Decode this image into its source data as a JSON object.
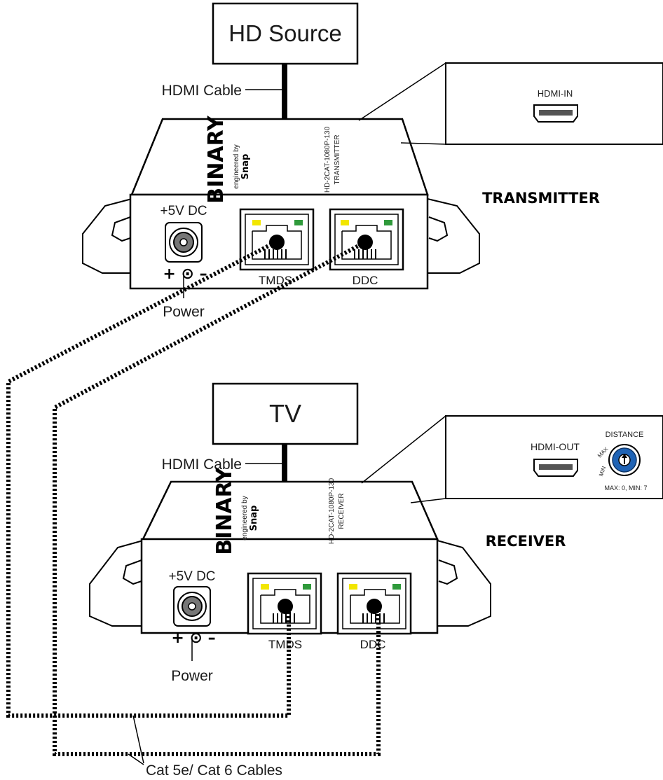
{
  "source_box": {
    "label": "HD Source"
  },
  "tv_box": {
    "label": "TV"
  },
  "hdmi_cable_label": "HDMI Cable",
  "transmitter": {
    "title": "TRANSMITTER",
    "model": "HD-2CAT-1080P-130",
    "role": "TRANSMITTER",
    "brand": "BINARY",
    "engineered_by": "engineered by",
    "snap": "Snap",
    "power_port_label": "+5V DC",
    "polarity": "+ ⊙ –",
    "power_callout": "Power",
    "port_tmds": "TMDS",
    "port_ddc": "DDC",
    "panel_port": "HDMI-IN"
  },
  "receiver": {
    "title": "RECEIVER",
    "model": "HD-2CAT-1080P-130",
    "role": "RECEIVER",
    "brand": "BINARY",
    "engineered_by": "engineered by",
    "snap": "Snap",
    "power_port_label": "+5V DC",
    "polarity": "+ ⊙ –",
    "power_callout": "Power",
    "port_tmds": "TMDS",
    "port_ddc": "DDC",
    "panel_port": "HDMI-OUT",
    "distance_label": "DISTANCE",
    "dial_max": "MAX",
    "dial_min": "MIN",
    "distance_note": "MAX: 0, MIN: 7"
  },
  "cat_cable_label": "Cat 5e/ Cat 6 Cables",
  "colors": {
    "led_yellow": "#f2e600",
    "led_green": "#2f9a3b",
    "dial_blue": "#1f63b5"
  }
}
